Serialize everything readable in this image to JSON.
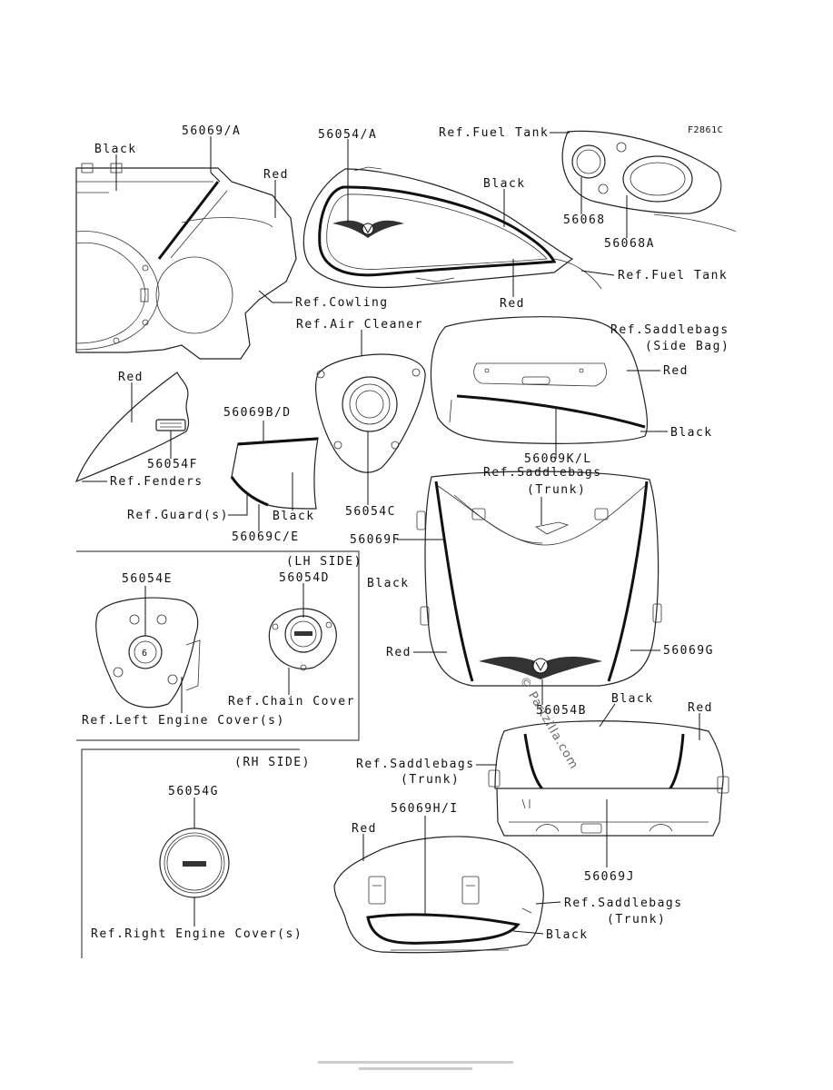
{
  "figure_code": "F2861C",
  "labels": {
    "p56069a": "56069/A",
    "black_cowl": "Black",
    "red_cowl": "Red",
    "ref_cowling": "Ref.Cowling",
    "p56054a": "56054/A",
    "black_tank": "Black",
    "red_tank": "Red",
    "ref_fuel_tank_top": "Ref.Fuel Tank",
    "ref_fuel_tank_right": "Ref.Fuel Tank",
    "p56068": "56068",
    "p56068a": "56068A",
    "ref_air_cleaner": "Ref.Air Cleaner",
    "p56054c": "56054C",
    "ref_saddlebags_side": "Ref.Saddlebags",
    "side_bag": "(Side Bag)",
    "red_sidebag": "Red",
    "black_sidebag": "Black",
    "p56069kl": "56069K/L",
    "red_fender": "Red",
    "p56054f": "56054F",
    "ref_fenders": "Ref.Fenders",
    "p56069bd": "56069B/D",
    "black_guard": "Black",
    "ref_guard": "Ref.Guard(s)",
    "p56069ce": "56069C/E",
    "ref_saddlebags_trunk1": "Ref.Saddlebags",
    "trunk1": "(Trunk)",
    "p56069f": "56069F",
    "black_trunk1": "Black",
    "red_trunk1": "Red",
    "p56069g": "56069G",
    "p56054b": "56054B",
    "black_trunk2": "Black",
    "red_trunk2": "Red",
    "lh_side": "(LH SIDE)",
    "p56054e": "56054E",
    "p56054d": "56054D",
    "ref_chain_cover": "Ref.Chain Cover",
    "ref_left_engine": "Ref.Left Engine Cover(s)",
    "rh_side": "(RH SIDE)",
    "p56054g": "56054G",
    "ref_right_engine": "Ref.Right Engine Cover(s)",
    "ref_saddlebags_trunk2": "Ref.Saddlebags",
    "trunk2": "(Trunk)",
    "p56069j": "56069J",
    "p56069hi": "56069H/I",
    "red_trunk3": "Red",
    "ref_saddlebags_trunk3": "Ref.Saddlebags",
    "trunk3": "(Trunk)",
    "black_trunk3": "Black"
  },
  "watermark": "© Partzilla.com",
  "icons": {
    "emblem_wing": "winged-emblem-icon",
    "kawasaki_logo": "kawasaki-logo-icon"
  }
}
